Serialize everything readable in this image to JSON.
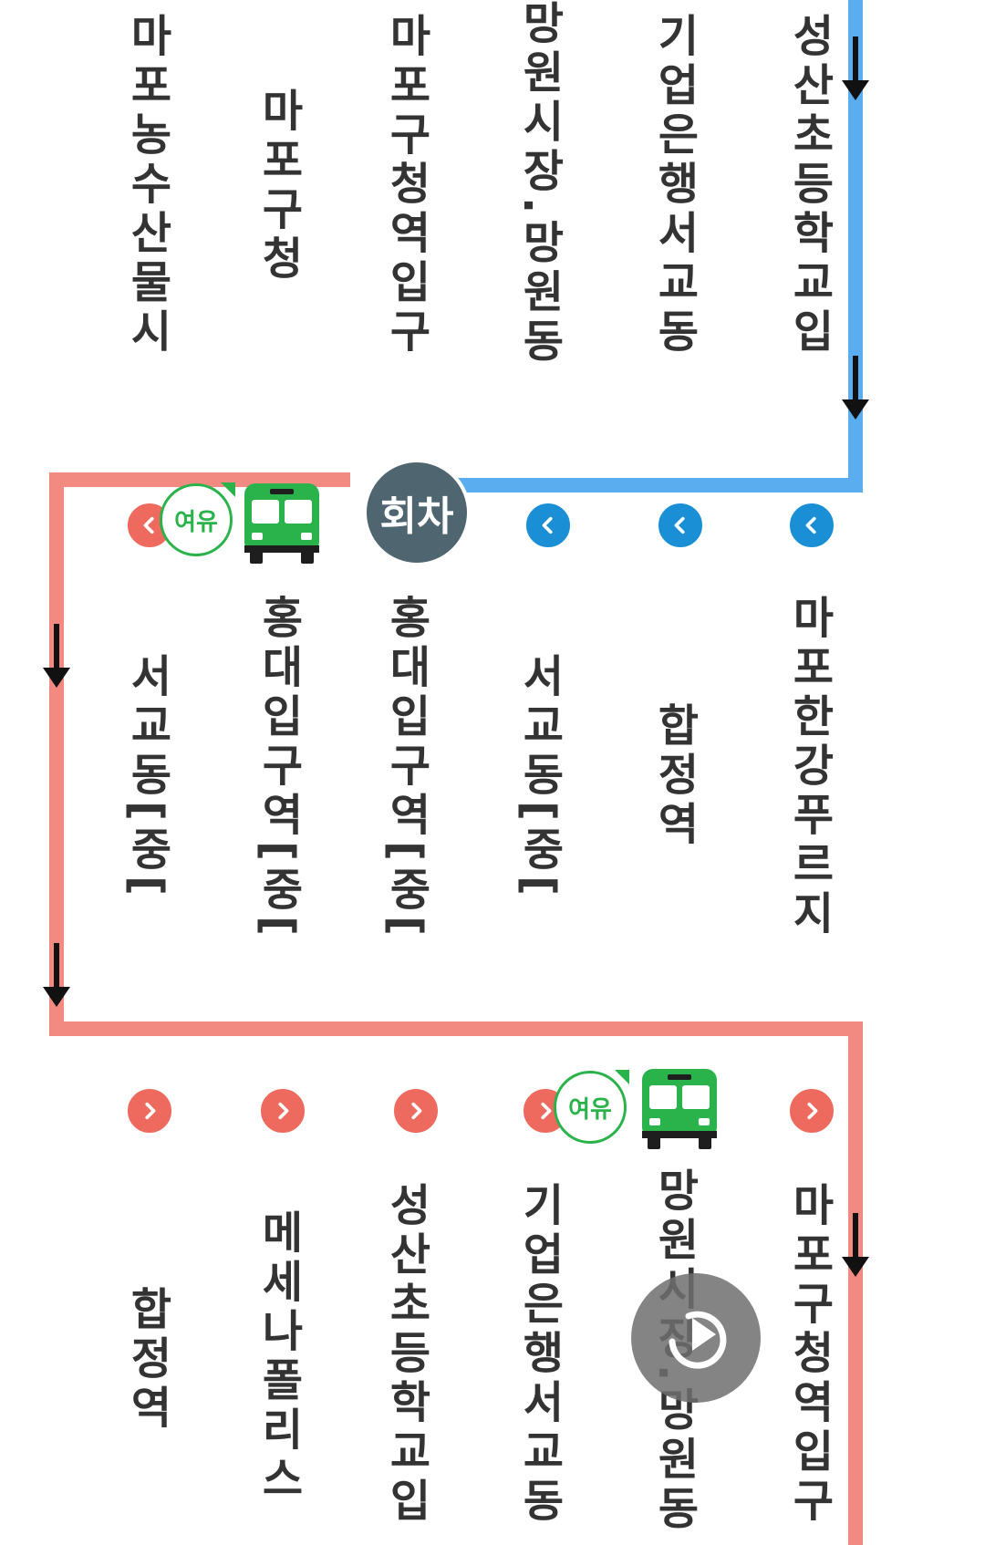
{
  "colors": {
    "blue_route": "#5aaef0",
    "blue_stop": "#1a8fd6",
    "red_route": "#f28a82",
    "red_stop": "#ee6a5e",
    "turn_point": "#4f6570",
    "bus_green": "#2bb34b"
  },
  "column1": {
    "stops": [
      "마포농수산물시",
      "마포구청",
      "마포구청역입구",
      "망원시장.망원동",
      "기업은행서교동",
      "성산초등학교입"
    ]
  },
  "column2": {
    "turn_label": "회차",
    "badge_label": "여유",
    "stops": [
      "서교동[중[",
      "홍대입구역[중[",
      "홍대입구역[중[",
      "서교동[중[",
      "합정역",
      "마포한강푸르지"
    ]
  },
  "column3": {
    "badge_label": "여유",
    "stops": [
      "합정역",
      "메세나폴리스",
      "성산초등학교입",
      "기업은행서교동",
      "망원시장.망원동",
      "마포구청역입구"
    ]
  },
  "icons": {
    "arrow": "down-arrow-icon",
    "stop_blue": "chevron-left-icon",
    "stop_red": "chevron-right-icon",
    "bus": "bus-icon",
    "replay": "replay-icon"
  }
}
